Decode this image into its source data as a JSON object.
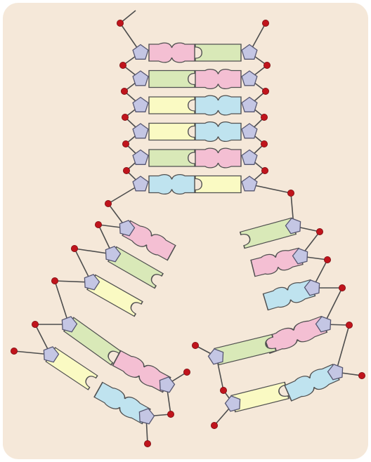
{
  "colors": {
    "panel": "#f5e8d9",
    "backbone_line": "#4d4d4d",
    "phosphate": "#c0141c",
    "sugar": "#c4c6e4",
    "sugar_stroke": "#565670",
    "base_stroke": "#505050",
    "base_green": "#d9e9b8",
    "base_pink": "#f4bfd3",
    "base_yellow": "#fafac3",
    "base_blue": "#bfe3ef"
  },
  "diagram": {
    "type": "dna-replication-fork",
    "parent_helix": {
      "pairs": [
        {
          "left_base": "pink",
          "right_base": "green"
        },
        {
          "left_base": "green",
          "right_base": "pink"
        },
        {
          "left_base": "yellow",
          "right_base": "blue"
        },
        {
          "left_base": "yellow",
          "right_base": "blue"
        },
        {
          "left_base": "green",
          "right_base": "pink"
        },
        {
          "left_base": "blue",
          "right_base": "yellow"
        }
      ]
    },
    "left_branch": {
      "template_bases": [
        "pink",
        "green",
        "yellow",
        "green",
        "yellow"
      ],
      "new_bases": [
        "pink",
        "blue"
      ]
    },
    "right_branch": {
      "template_bases": [
        "green",
        "pink",
        "blue",
        "pink",
        "blue"
      ],
      "new_bases": [
        "green",
        "yellow"
      ]
    }
  }
}
